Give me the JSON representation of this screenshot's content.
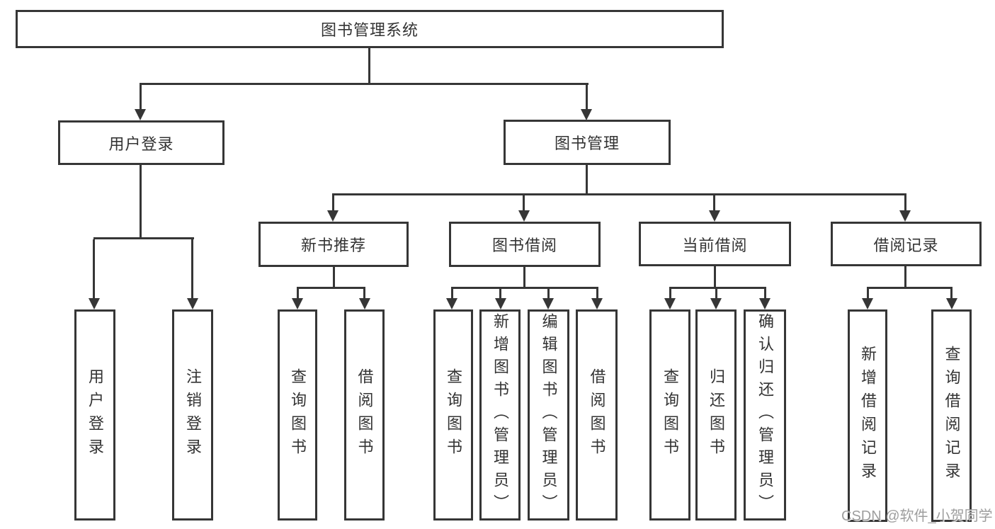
{
  "diagram": {
    "title": "图书管理系统",
    "branches": {
      "user_login": {
        "label": "用户登录",
        "children": [
          {
            "label": "用户登录"
          },
          {
            "label": "注销登录"
          }
        ]
      },
      "book_management": {
        "label": "图书管理",
        "children": [
          {
            "label": "新书推荐",
            "children": [
              {
                "label": "查询图书"
              },
              {
                "label": "借阅图书"
              }
            ]
          },
          {
            "label": "图书借阅",
            "children": [
              {
                "label": "查询图书"
              },
              {
                "label": "新增图书（管理员）"
              },
              {
                "label": "编辑图书（管理员）"
              },
              {
                "label": "借阅图书"
              }
            ]
          },
          {
            "label": "当前借阅",
            "children": [
              {
                "label": "查询图书"
              },
              {
                "label": "归还图书"
              },
              {
                "label": "确认归还（管理员）"
              }
            ]
          },
          {
            "label": "借阅记录",
            "children": [
              {
                "label": "新增借阅记录"
              },
              {
                "label": "查询借阅记录"
              }
            ]
          }
        ]
      }
    }
  },
  "watermark": {
    "text": "CSDN @软件_小贺同学",
    "color": "#949494"
  },
  "colors": {
    "line": "#363636",
    "text": "#333333",
    "background": "#ffffff"
  }
}
